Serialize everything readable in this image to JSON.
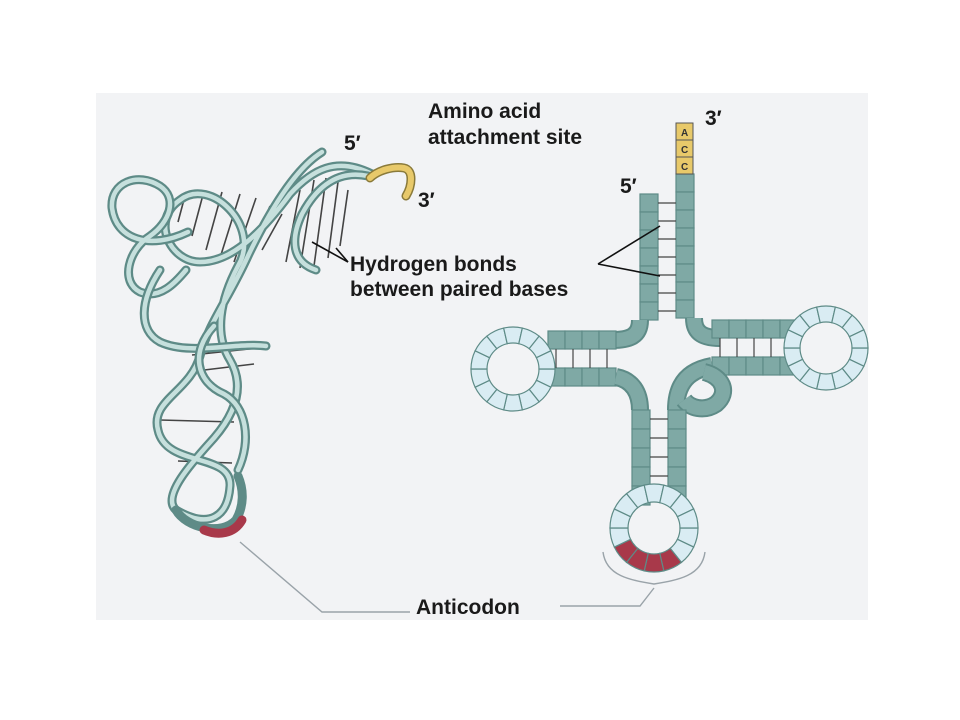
{
  "labels": {
    "amino_acid_line1": "Amino acid",
    "amino_acid_line2": "attachment site",
    "hbonds_line1": "Hydrogen bonds",
    "hbonds_line2": "between paired bases",
    "anticodon": "Anticodon",
    "left_5prime": "5′",
    "left_3prime": "3′",
    "right_5prime": "5′",
    "right_3prime": "3′"
  },
  "acc_bases": [
    "A",
    "C",
    "C"
  ],
  "colors": {
    "panel_bg": "#f2f3f5",
    "strand": "#5e8b87",
    "strand_fill": "#7fa9a5",
    "loop_fill": "#d9ecf3",
    "anticodon": "#a8394a",
    "acc_tail": "#e8c96a"
  }
}
